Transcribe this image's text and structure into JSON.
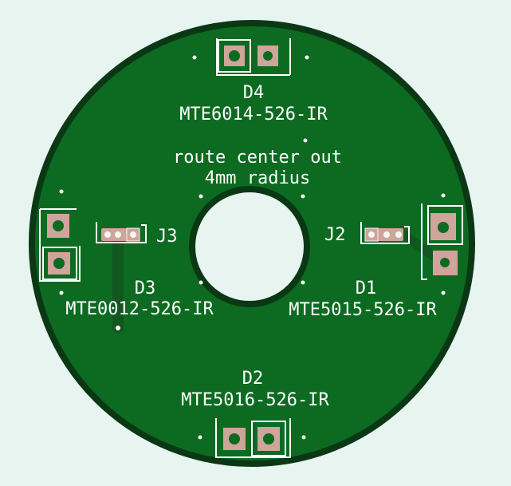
{
  "colors": {
    "background": "#e7f4f0",
    "board": "#0c6b21",
    "board_edge": "#0a3814",
    "trace": "#12571f",
    "silk": "#ffffff",
    "pad_copper": "#cfa49a",
    "pad_ring": "#f5f5f5"
  },
  "labels": {
    "note_line1": "route center out",
    "note_line2": "4mm radius",
    "d4_ref": "D4",
    "d4_value": "MTE6014-526-IR",
    "d3_ref": "D3",
    "d3_value": "MTE0012-526-IR",
    "d1_ref": "D1",
    "d1_value": "MTE5015-526-IR",
    "d2_ref": "D2",
    "d2_value": "MTE5016-526-IR",
    "j3_ref": "J3",
    "j2_ref": "J2"
  }
}
